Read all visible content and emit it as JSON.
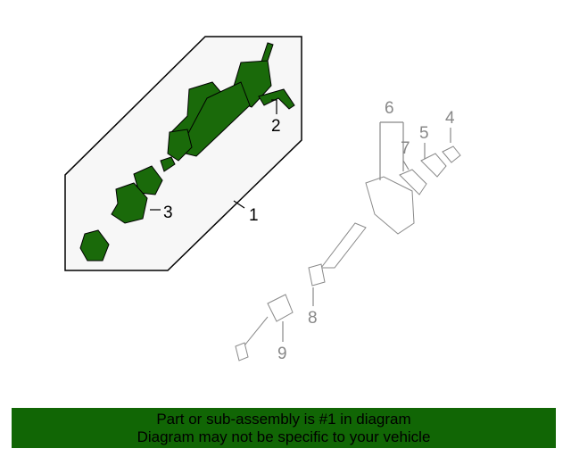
{
  "diagram": {
    "callouts": [
      {
        "number": "1",
        "highlighted": true
      },
      {
        "number": "2",
        "highlighted": true
      },
      {
        "number": "3",
        "highlighted": true
      },
      {
        "number": "4",
        "highlighted": false
      },
      {
        "number": "5",
        "highlighted": false
      },
      {
        "number": "6",
        "highlighted": false
      },
      {
        "number": "7",
        "highlighted": false
      },
      {
        "number": "8",
        "highlighted": false
      },
      {
        "number": "9",
        "highlighted": false
      }
    ],
    "colors": {
      "highlight_part": "#1a6a0a",
      "other_part_line": "#8a8a8a",
      "label_highlight": "#000000",
      "label_other": "#888888",
      "assembly_box_fill": "#f7f7f7"
    }
  },
  "banner": {
    "line1": "Part or sub-assembly is #1 in diagram",
    "line2": "Diagram may not be specific to your vehicle",
    "color": "#116605"
  }
}
